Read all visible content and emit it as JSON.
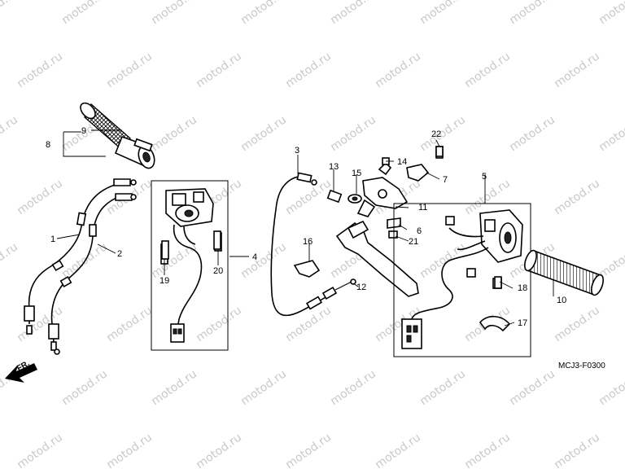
{
  "watermark": "motod.ru",
  "diagram_code": "MCJ3-F0300",
  "front_marker": "FR.",
  "callouts": [
    {
      "id": "c1",
      "label": "1"
    },
    {
      "id": "c2",
      "label": "2"
    },
    {
      "id": "c3",
      "label": "3"
    },
    {
      "id": "c4",
      "label": "4"
    },
    {
      "id": "c5",
      "label": "5"
    },
    {
      "id": "c6",
      "label": "6"
    },
    {
      "id": "c7",
      "label": "7"
    },
    {
      "id": "c8",
      "label": "8"
    },
    {
      "id": "c9",
      "label": "9"
    },
    {
      "id": "c10",
      "label": "10"
    },
    {
      "id": "c11",
      "label": "11"
    },
    {
      "id": "c12",
      "label": "12"
    },
    {
      "id": "c13",
      "label": "13"
    },
    {
      "id": "c14",
      "label": "14"
    },
    {
      "id": "c15",
      "label": "15"
    },
    {
      "id": "c16",
      "label": "16"
    },
    {
      "id": "c17",
      "label": "17"
    },
    {
      "id": "c18",
      "label": "18"
    },
    {
      "id": "c19",
      "label": "19"
    },
    {
      "id": "c20",
      "label": "20"
    },
    {
      "id": "c21",
      "label": "21"
    },
    {
      "id": "c22",
      "label": "22"
    }
  ]
}
